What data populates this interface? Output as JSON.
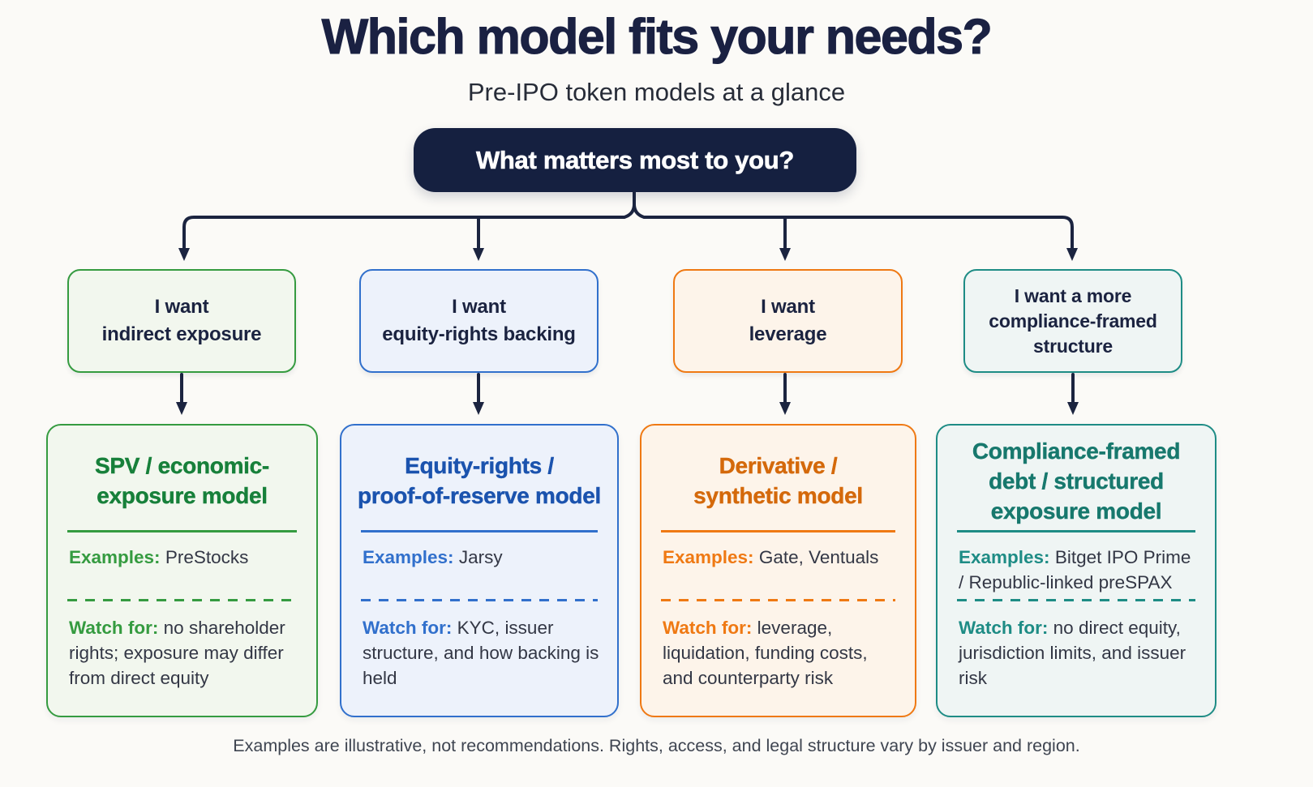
{
  "header": {
    "title": "Which model fits your needs?",
    "subtitle": "Pre-IPO token models at a glance",
    "root_question": "What matters most to you?"
  },
  "labels": {
    "examples": "Examples:",
    "watch_for": "Watch for:"
  },
  "branches": [
    {
      "need_lines": [
        "I want",
        "indirect exposure"
      ],
      "model_title_lines": [
        "SPV / economic-",
        "exposure model"
      ],
      "examples": "PreStocks",
      "watch_for": "no shareholder rights; exposure may differ from direct equity",
      "colors": {
        "accent": "#359b40",
        "title_text": "#17803a",
        "bg": "#f2f7ee"
      }
    },
    {
      "need_lines": [
        "I want",
        "equity-rights backing"
      ],
      "model_title_lines": [
        "Equity-rights /",
        "proof-of-reserve model"
      ],
      "examples": "Jarsy",
      "watch_for": "KYC, issuer structure, and how backing is held",
      "colors": {
        "accent": "#3170cc",
        "title_text": "#1b53ae",
        "bg": "#edf2fb"
      }
    },
    {
      "need_lines": [
        "I want",
        "leverage"
      ],
      "model_title_lines": [
        "Derivative /",
        "synthetic model"
      ],
      "examples": "Gate, Ventuals",
      "watch_for": "leverage, liquidation, funding costs, and counterparty risk",
      "colors": {
        "accent": "#ef7913",
        "title_text": "#d4690b",
        "bg": "#fdf4ea"
      }
    },
    {
      "need_lines": [
        "I want a more",
        "compliance-framed",
        "structure"
      ],
      "model_title_lines": [
        "Compliance-framed",
        "debt / structured",
        "exposure model"
      ],
      "examples": "Bitget IPO Prime / Republic-linked preSPAX",
      "watch_for": "no direct equity, jurisdiction limits, and issuer risk",
      "colors": {
        "accent": "#1e8c85",
        "title_text": "#17786d",
        "bg": "#eff5f4"
      }
    }
  ],
  "footer": {
    "note": "Examples are illustrative, not recommendations. Rights, access, and legal structure vary by issuer and region."
  },
  "theme": {
    "page_background": "#fbfaf7",
    "navy": "#152040",
    "arrow_color": "#1b2440",
    "title_color": "#1a2142"
  }
}
